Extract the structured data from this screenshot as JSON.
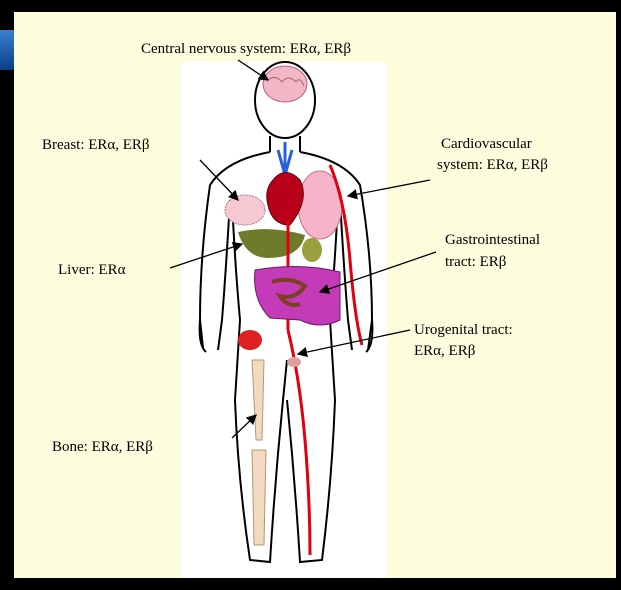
{
  "labels": {
    "cns": "Central nervous system: ERα, ERβ",
    "breast": "Breast: ERα, ERβ",
    "cardio_line1": "Cardiovascular",
    "cardio_line2": "system: ERα, ERβ",
    "gi_line1": "Gastrointestinal",
    "gi_line2": "tract: ERβ",
    "liver": "Liver: ERα",
    "uro_line1": "Urogenital tract:",
    "uro_line2": "ERα, ERβ",
    "bone": "Bone: ERα, ERβ"
  },
  "colors": {
    "slide_background": "#fdfcdc",
    "body_outline": "#000000",
    "brain": "#f2b6c6",
    "heart": "#b80018",
    "lungs": "#f7b4c8",
    "liver": "#6f7a2a",
    "intestine": "#c43ab8",
    "bone": "#f3d9bf",
    "arteries": "#e00010",
    "vein": "#2a5de0"
  }
}
